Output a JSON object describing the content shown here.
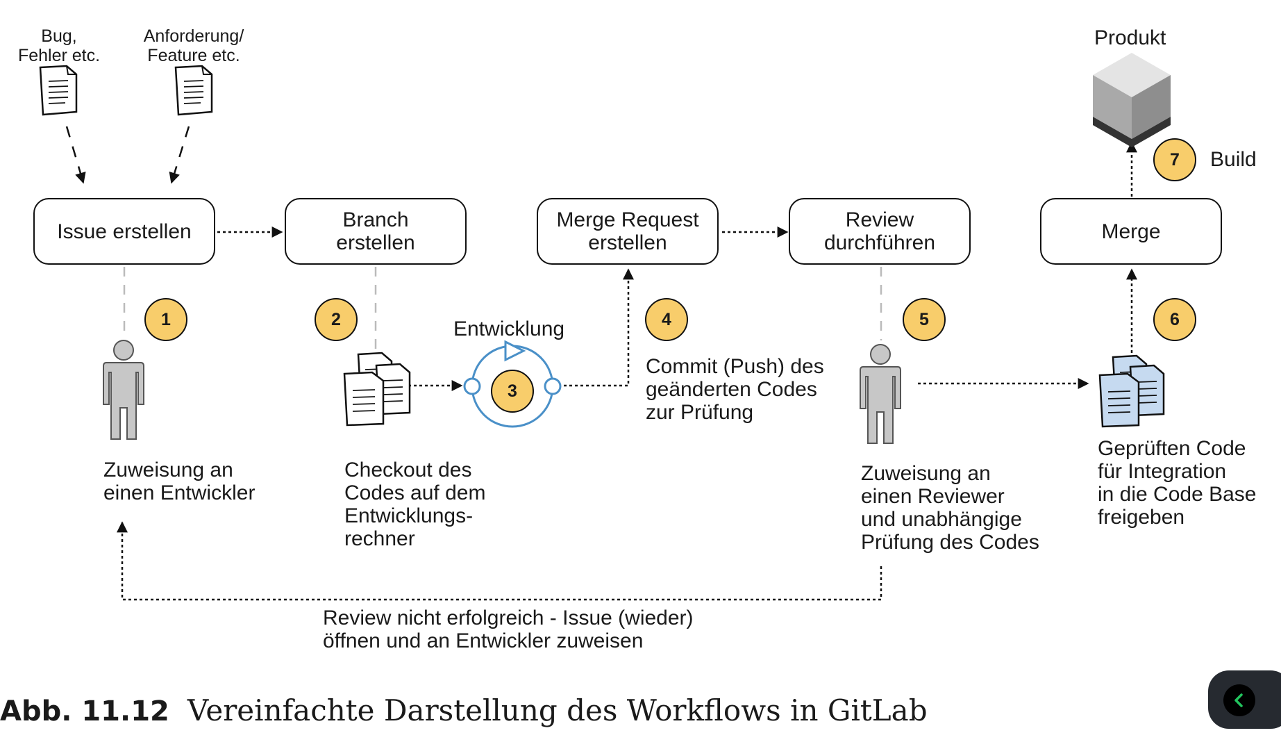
{
  "inputs": {
    "bug": "Bug,\nFehler etc.",
    "feature": "Anforderung/\nFeature etc."
  },
  "product": {
    "label": "Produkt",
    "build_label": "Build"
  },
  "process_steps": [
    {
      "label": "Issue erstellen"
    },
    {
      "label": "Branch\nerstellen"
    },
    {
      "label": "Merge Request\nerstellen"
    },
    {
      "label": "Review\ndurchführen"
    },
    {
      "label": "Merge"
    }
  ],
  "badges": [
    "1",
    "2",
    "3",
    "4",
    "5",
    "6",
    "7"
  ],
  "annotations": {
    "entwicklung": "Entwicklung",
    "assign_developer": "Zuweisung an\neinen Entwickler",
    "checkout": "Checkout des\nCodes auf dem\nEntwicklungs-\nrechner",
    "commit": "Commit (Push) des\ngeänderten Codes\nzur Prüfung",
    "assign_reviewer": "Zuweisung an\neinen Reviewer\nund unabhängige\nPrüfung des Codes",
    "approve": "Geprüften Code\nfür Integration\nin die Code Base\nfreigeben",
    "feedback": "Review nicht erfolgreich - Issue (wieder)\nöffnen und an Entwickler zuweisen"
  },
  "caption": {
    "number": "Abb. 11.12",
    "text": "Vereinfachte Darstellung des Workflows in GitLab"
  },
  "colors": {
    "badge": "#f8cd6b",
    "cycle": "#4a90c8",
    "reviewed_docs": "#c6daf0",
    "person": "#c7c7c7",
    "cube_top": "#e4e4e4",
    "cube_side": "#a9a9a9"
  },
  "icons": {
    "document": "document-icon",
    "documents": "document-stack-icon",
    "person": "person-icon",
    "cycle": "cycle-icon",
    "cube": "cube-icon",
    "back": "chevron-left-icon"
  }
}
